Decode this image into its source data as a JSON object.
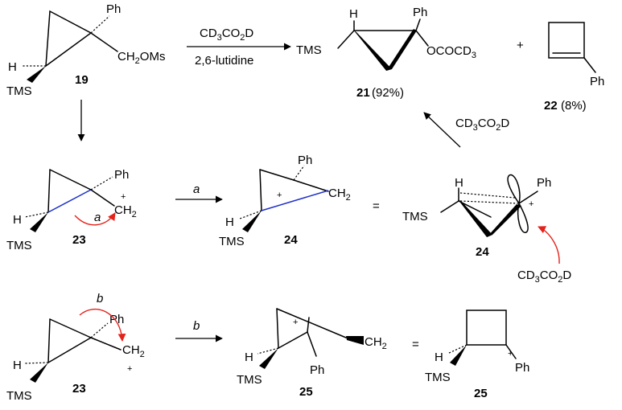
{
  "labels": {
    "ph": "Ph",
    "h": "H",
    "tms": "TMS",
    "ch2": "CH",
    "ch2_sub": "2",
    "ch2oms_a": "CH",
    "ch2oms_sub": "2",
    "ch2oms_b": "OMs",
    "ococd3_a": "OCOCD",
    "ococd3_sub": "3",
    "cd3co2d_a": "CD",
    "cd3co2d_s1": "3",
    "cd3co2d_b": "CO",
    "cd3co2d_s2": "2",
    "cd3co2d_c": "D",
    "lutidine": "2,6-lutidine",
    "plus": "+",
    "equals": "=",
    "path_a": "a",
    "path_b": "b"
  },
  "compounds": {
    "c19": "19",
    "c21": "21",
    "c21_yield": "(92%)",
    "c22": "22",
    "c22_yield": "(8%)",
    "c23": "23",
    "c24": "24",
    "c25": "25"
  },
  "colors": {
    "bond": "#000000",
    "highlight_bond": "#1c2fc8",
    "curved_arrow": "#e3221b"
  }
}
